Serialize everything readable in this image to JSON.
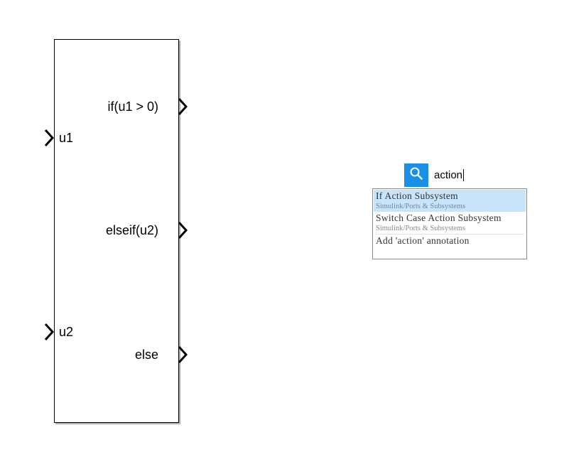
{
  "block": {
    "inputs": [
      {
        "label": "u1"
      },
      {
        "label": "u2"
      }
    ],
    "outputs": [
      {
        "label": "if(u1 > 0)"
      },
      {
        "label": "elseif(u2)"
      },
      {
        "label": "else"
      }
    ]
  },
  "quick_insert": {
    "search_value": "action",
    "icon": "search-icon",
    "accent_color": "#1a8fe8",
    "highlight_color": "#c8e4fb",
    "results": [
      {
        "title": "If Action Subsystem",
        "library": "Simulink/Ports & Subsystems",
        "selected": true
      },
      {
        "title": "Switch Case Action Subsystem",
        "library": "Simulink/Ports & Subsystems",
        "selected": false
      },
      {
        "title": "Add 'action' annotation",
        "library": "",
        "selected": false
      }
    ]
  }
}
